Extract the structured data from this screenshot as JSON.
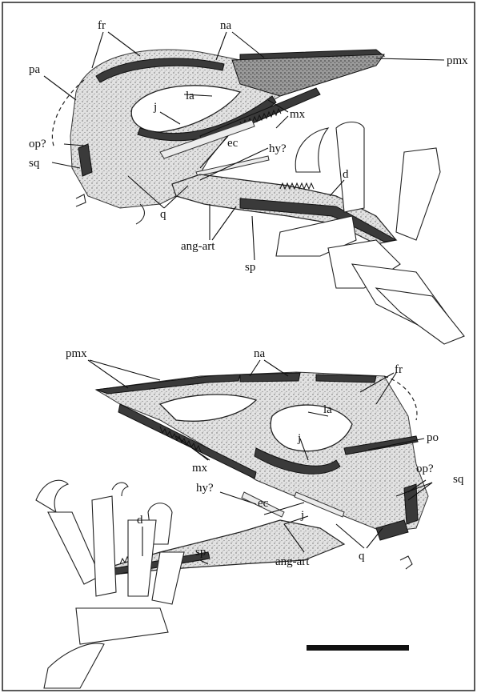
{
  "upper_skull_labels": {
    "fr": "fr",
    "na": "na",
    "pmx": "pmx",
    "pa": "pa",
    "la": "la",
    "j": "j",
    "mx": "mx",
    "op": "op?",
    "ec": "ec",
    "hy": "hy?",
    "sq": "sq",
    "d": "d",
    "q": "q",
    "ang_art": "ang-art",
    "sp": "sp"
  },
  "lower_skull_labels": {
    "pmx": "pmx",
    "na": "na",
    "fr": "fr",
    "la": "la",
    "po": "po",
    "j_upper": "j",
    "mx": "mx",
    "op": "op?",
    "sq": "sq",
    "hy": "hy?",
    "ec": "ec",
    "j_lower": "j",
    "d": "d",
    "sp": "sp",
    "ang_art": "ang-art",
    "q": "q"
  },
  "scale_bar": {
    "present": true
  }
}
